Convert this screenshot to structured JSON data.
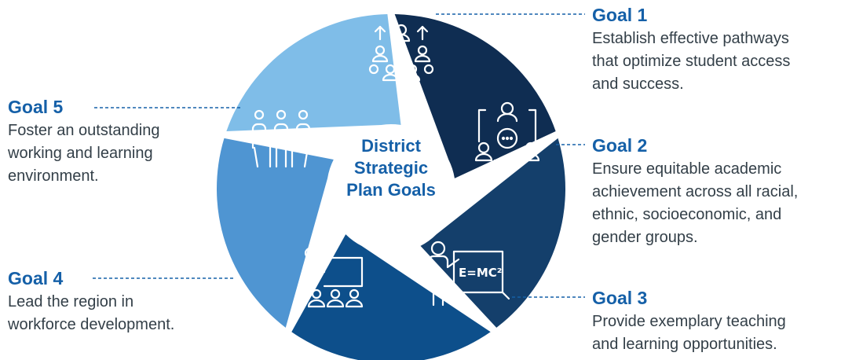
{
  "center": {
    "title": "District\nStrategic\nPlan Goals"
  },
  "goals": [
    {
      "title": "Goal 1",
      "description": "Establish effective pathways\nthat optimize student access\nand success.",
      "icon": "students-growth-icon",
      "color": "#0f2d52"
    },
    {
      "title": "Goal 2",
      "description": "Ensure equitable academic\nachievement across all racial,\nethnic, socioeconomic, and\ngender groups.",
      "icon": "collaboration-network-icon",
      "color": "#143f6b"
    },
    {
      "title": "Goal 3",
      "description": "Provide exemplary teaching\nand learning opportunities.",
      "icon": "teacher-board-icon",
      "color": "#0d4f8b"
    },
    {
      "title": "Goal 4",
      "description": "Lead the region in\nworkforce development.",
      "icon": "presentation-audience-icon",
      "color": "#4f95d2"
    },
    {
      "title": "Goal 5",
      "description": "Foster an outstanding\nworking and learning\nenvironment.",
      "icon": "meeting-table-icon",
      "color": "#7fbde8"
    }
  ]
}
